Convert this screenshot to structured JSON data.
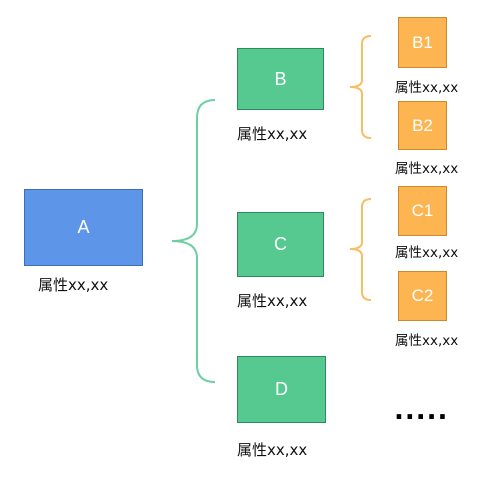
{
  "colors": {
    "blue": "#5d95e8",
    "green": "#55c990",
    "orange": "#fdb552",
    "green_bracket": "#6fcfa2",
    "orange_bracket": "#f7be64"
  },
  "nodes": {
    "a": {
      "text": "A",
      "label": "属性xx,xx"
    },
    "b": {
      "text": "B",
      "label": "属性xx,xx"
    },
    "c": {
      "text": "C",
      "label": "属性xx,xx"
    },
    "d": {
      "text": "D",
      "label": "属性xx,xx"
    },
    "b1": {
      "text": "B1",
      "label": "属性xx,xx"
    },
    "b2": {
      "text": "B2",
      "label": "属性xx,xx"
    },
    "c1": {
      "text": "C1",
      "label": "属性xx,xx"
    },
    "c2": {
      "text": "C2",
      "label": "属性xx,xx"
    }
  },
  "ellipsis": "....."
}
